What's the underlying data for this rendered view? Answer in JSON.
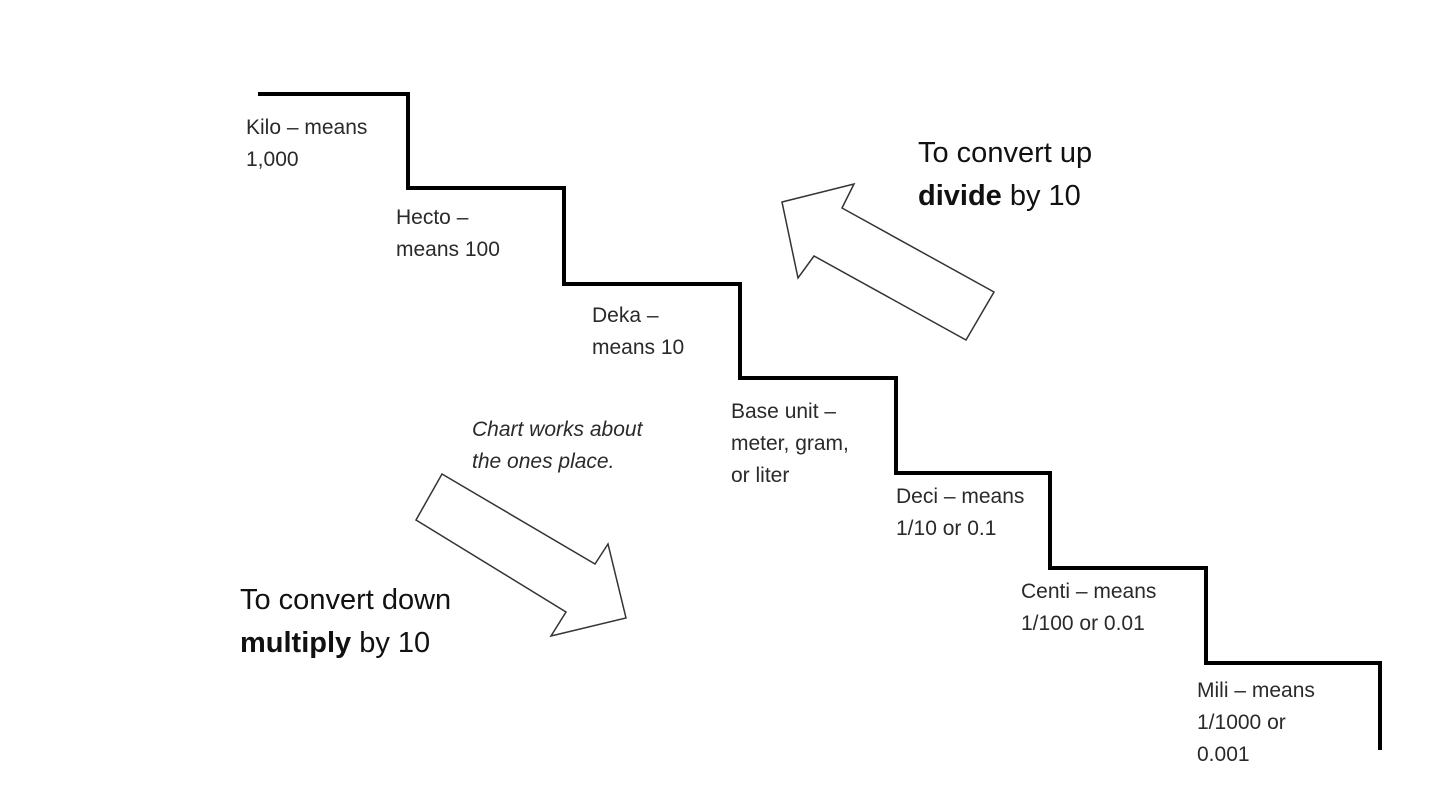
{
  "steps": [
    {
      "id": "kilo",
      "lines": [
        "Kilo – means",
        "1,000"
      ]
    },
    {
      "id": "hecto",
      "lines": [
        "Hecto –",
        "means 100"
      ]
    },
    {
      "id": "deka",
      "lines": [
        "Deka –",
        "means 10"
      ]
    },
    {
      "id": "base",
      "lines": [
        "Base unit –",
        "meter, gram,",
        "or liter"
      ]
    },
    {
      "id": "deci",
      "lines": [
        "Deci – means",
        "1/10 or 0.1"
      ]
    },
    {
      "id": "centi",
      "lines": [
        "Centi – means",
        "1/100 or 0.01"
      ]
    },
    {
      "id": "mili",
      "lines": [
        "Mili – means",
        "1/1000 or",
        "0.001"
      ]
    }
  ],
  "note": {
    "line1": "Chart works about",
    "line2": "the ones place."
  },
  "convert_up": {
    "line1": "To convert up",
    "bold": "divide",
    "rest": " by 10"
  },
  "convert_down": {
    "line1": "To convert down",
    "bold": "multiply",
    "rest": " by 10"
  },
  "colors": {
    "line": "#000000",
    "arrow_stroke": "#333333",
    "arrow_fill": "#ffffff"
  }
}
